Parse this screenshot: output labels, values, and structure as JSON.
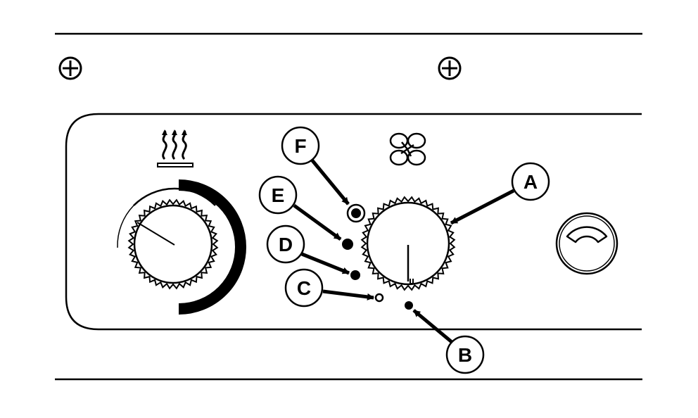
{
  "callouts": {
    "a": "A",
    "b": "B",
    "c": "C",
    "d": "D",
    "e": "E",
    "f": "F"
  },
  "icons": {
    "heat": "heat-element-icon",
    "fan": "fan-icon",
    "gauge": "gauge-icon",
    "screw": "screw-icon"
  },
  "colors": {
    "ink": "#000000",
    "paper": "#ffffff"
  }
}
